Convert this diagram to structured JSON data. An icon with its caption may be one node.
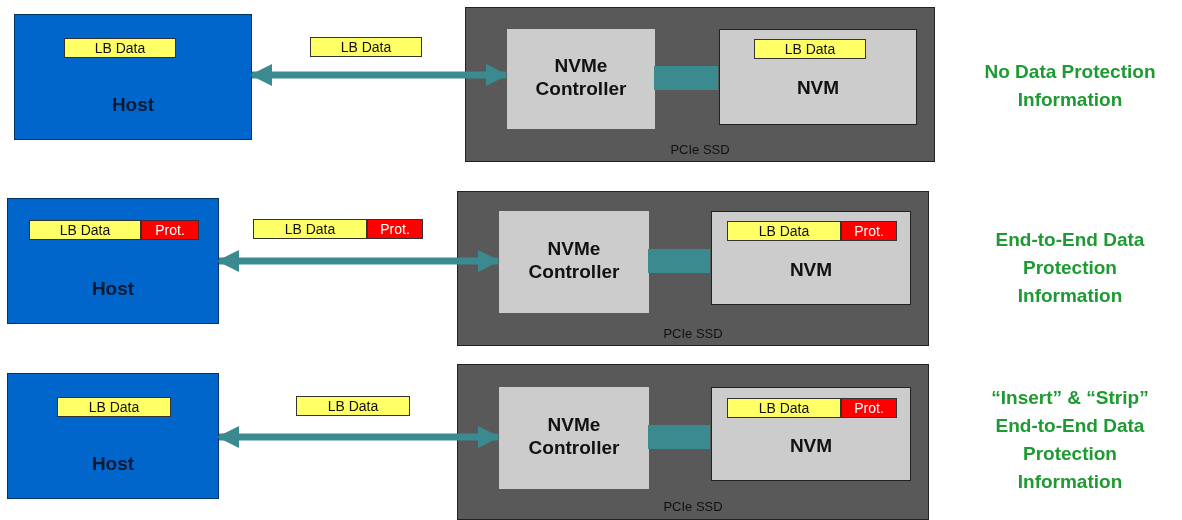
{
  "diagram": {
    "nodes": [
      {
        "text": [
          "Host"
        ]
      },
      {
        "text": [
          "LB Data"
        ],
        "in": 0
      },
      {
        "text": [
          "LB Data"
        ]
      },
      {
        "text": [
          "PCIe SSD"
        ]
      },
      {
        "text": [
          "NVMe Controller"
        ],
        "in": 3
      },
      {
        "text": [
          "NVM"
        ],
        "in": 3
      },
      {
        "text": [
          "LB Data"
        ],
        "in": 5
      },
      {
        "text": [
          "Host"
        ]
      },
      {
        "text": [
          "LB Data"
        ],
        "in": 7
      },
      {
        "text": [
          "Prot."
        ],
        "in": 7
      },
      {
        "text": [
          "LB Data"
        ]
      },
      {
        "text": [
          "Prot."
        ]
      },
      {
        "text": [
          "PCIe SSD"
        ]
      },
      {
        "text": [
          "NVMe Controller"
        ],
        "in": 12
      },
      {
        "text": [
          "NVM"
        ],
        "in": 12
      },
      {
        "text": [
          "LB Data"
        ],
        "in": 14
      },
      {
        "text": [
          "Prot."
        ],
        "in": 14
      },
      {
        "text": [
          "Host"
        ]
      },
      {
        "text": [
          "LB Data"
        ],
        "in": 17
      },
      {
        "text": [
          "LB Data"
        ]
      },
      {
        "text": [
          "PCIe SSD"
        ]
      },
      {
        "text": [
          "NVMe Controller"
        ],
        "in": 20
      },
      {
        "text": [
          "NVM"
        ],
        "in": 20
      },
      {
        "text": [
          "LB Data"
        ],
        "in": 22
      },
      {
        "text": [
          "Prot."
        ],
        "in": 22
      }
    ],
    "edges": [
      {
        "from": 0,
        "to": 4,
        "arrow": "both"
      },
      {
        "from": 4,
        "to": 5,
        "arrow": "none",
        "style": "thick"
      },
      {
        "from": 7,
        "to": 13,
        "arrow": "both"
      },
      {
        "from": 13,
        "to": 14,
        "arrow": "none",
        "style": "thick"
      },
      {
        "from": 17,
        "to": 21,
        "arrow": "both"
      },
      {
        "from": 21,
        "to": 22,
        "arrow": "none",
        "style": "thick"
      }
    ],
    "labels": [
      "No Data Protection Information",
      "End-to-End Data Protection Information",
      "“Insert” & “Strip” End-to-End Data Protection Information"
    ]
  }
}
